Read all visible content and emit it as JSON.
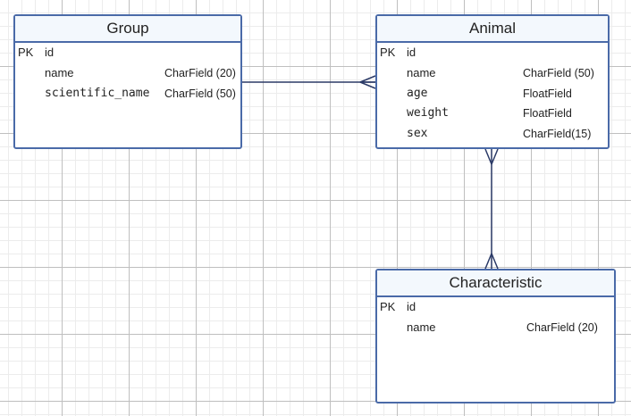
{
  "entities": {
    "group": {
      "title": "Group",
      "fields": [
        {
          "key": "PK",
          "name": "id",
          "type": ""
        },
        {
          "key": "",
          "name": "name",
          "type": "CharField (20)"
        },
        {
          "key": "",
          "name": "scientific_name",
          "type": "CharField (50)"
        }
      ]
    },
    "animal": {
      "title": "Animal",
      "fields": [
        {
          "key": "PK",
          "name": "id",
          "type": ""
        },
        {
          "key": "",
          "name": "name",
          "type": "CharField (50)"
        },
        {
          "key": "",
          "name": "age",
          "type": "FloatField"
        },
        {
          "key": "",
          "name": "weight",
          "type": "FloatField"
        },
        {
          "key": "",
          "name": "sex",
          "type": "CharField(15)"
        }
      ]
    },
    "characteristic": {
      "title": "Characteristic",
      "fields": [
        {
          "key": "PK",
          "name": "id",
          "type": ""
        },
        {
          "key": "",
          "name": "name",
          "type": "CharField (20)"
        }
      ]
    }
  },
  "relationships": [
    {
      "from": "group",
      "to": "animal",
      "from_end": "one",
      "to_end": "many"
    },
    {
      "from": "animal",
      "to": "characteristic",
      "from_end": "many",
      "to_end": "many"
    }
  ],
  "colors": {
    "border": "#4a6aa8",
    "header_bg": "#f3f8fd",
    "connector": "#2b3a67"
  }
}
